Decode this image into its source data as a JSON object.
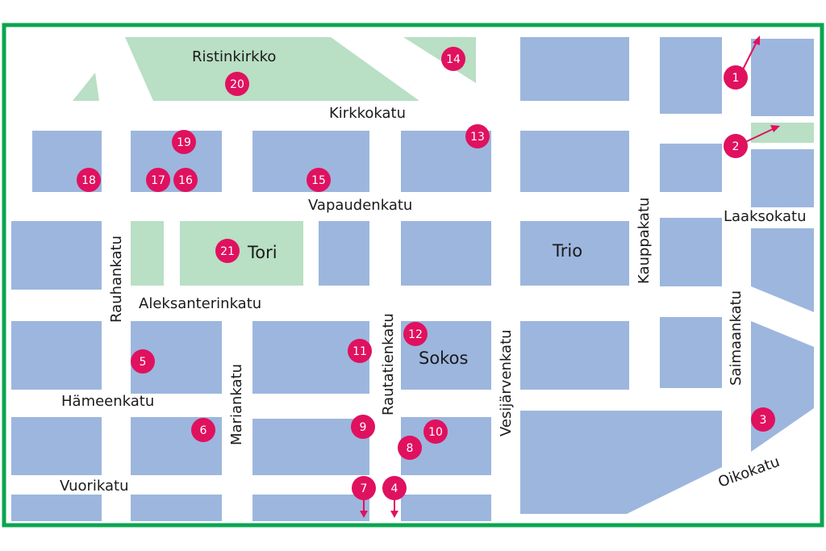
{
  "map": {
    "landmarks": {
      "ristinkirkko": "Ristinkirkko",
      "tori": "Tori",
      "trio": "Trio",
      "sokos": "Sokos"
    },
    "streets": {
      "kirkkokatu": "Kirkkokatu",
      "vapaudenkatu": "Vapaudenkatu",
      "aleksanterinkatu": "Aleksanterinkatu",
      "hameenkatu": "Hämeenkatu",
      "vuorikatu": "Vuorikatu",
      "laaksokatu": "Laaksokatu",
      "oikokatu": "Oikokatu",
      "rauhankatu": "Rauhankatu",
      "mariankatu": "Mariankatu",
      "rautatienkatu": "Rautatienkatu",
      "vesijarvenkatu": "Vesijärvenkatu",
      "kauppakatu": "Kauppakatu",
      "saimaankatu": "Saimaankatu"
    },
    "markers": {
      "m1": "1",
      "m2": "2",
      "m3": "3",
      "m4": "4",
      "m5": "5",
      "m6": "6",
      "m7": "7",
      "m8": "8",
      "m9": "9",
      "m10": "10",
      "m11": "11",
      "m12": "12",
      "m13": "13",
      "m14": "14",
      "m15": "15",
      "m16": "16",
      "m17": "17",
      "m18": "18",
      "m19": "19",
      "m20": "20",
      "m21": "21"
    },
    "colors": {
      "frame": "#0aa550",
      "block": "#9db6de",
      "park": "#b9dfc4",
      "marker": "#e0115f"
    }
  }
}
